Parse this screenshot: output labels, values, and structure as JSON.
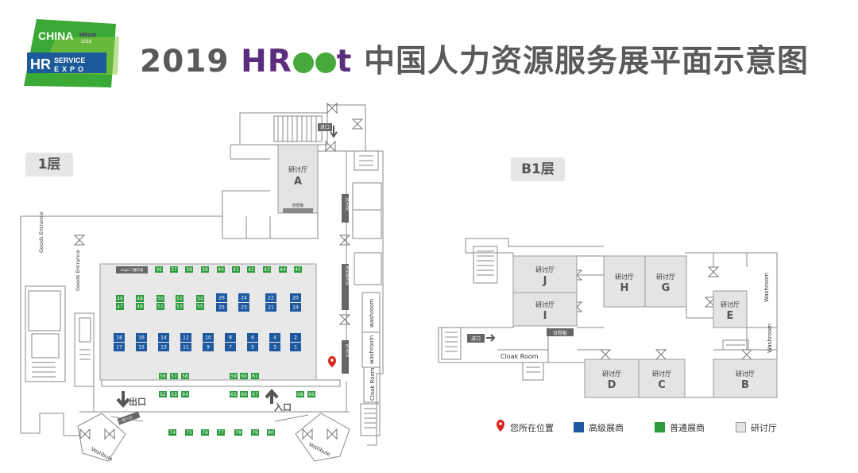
{
  "header": {
    "logo": {
      "line1": "CHINA",
      "hroot": "HRoot",
      "year": "2019",
      "line2": "HR",
      "service": "SERVICE",
      "expo": "EXPO"
    },
    "title_year": "2019",
    "title_brand": "HR",
    "title_brand_end": "t",
    "title_text": "中国人力资源服务展平面示意图"
  },
  "floors": {
    "f1": "1层",
    "b1": "B1层"
  },
  "colors": {
    "premium": "#1f5aa0",
    "standard": "#2a9a3c",
    "hall": "#e4e4e4",
    "wall": "#888888",
    "pin": "#d9261c"
  },
  "floor1": {
    "hall_a": {
      "label": "研讨厅",
      "letter": "A",
      "sign": "背景板"
    },
    "entrance_top": "进口",
    "exit": "出口",
    "entry": "入口",
    "logo_wall": "Logo二维码墙",
    "goods_entrance_1": "Goods Entrance",
    "goods_entrance_2": "Goods Entrance",
    "washroom_1": "washroom",
    "washroom_2": "washroom",
    "cloak_room": "Cloak Room",
    "vestibule_l": "Vestibule",
    "vestibule_r": "Vestibule",
    "side_sign_1": "签到处",
    "side_sign_2": "展览服务台",
    "side_sign_3": "咨询台",
    "bottom_sign": "一层入口",
    "premium_booths": [
      "26",
      "24",
      "22",
      "20",
      "25",
      "23",
      "21",
      "19",
      "18",
      "16",
      "14",
      "12",
      "10",
      "8",
      "6",
      "4",
      "2",
      "17",
      "15",
      "13",
      "11",
      "9",
      "7",
      "5",
      "3",
      "1"
    ],
    "standard_booths": [
      "36",
      "37",
      "38",
      "39",
      "40",
      "41",
      "42",
      "43",
      "44",
      "45",
      "46",
      "47",
      "48",
      "49",
      "50",
      "51",
      "52",
      "53",
      "54",
      "55",
      "56",
      "57",
      "58",
      "59",
      "60",
      "61",
      "62",
      "63",
      "64",
      "65",
      "66",
      "67",
      "68",
      "69",
      "74",
      "75",
      "76",
      "77",
      "78",
      "79",
      "80"
    ]
  },
  "floorB1": {
    "halls": [
      {
        "label": "研讨厅",
        "letter": "J"
      },
      {
        "label": "研讨厅",
        "letter": "I"
      },
      {
        "label": "研讨厅",
        "letter": "H"
      },
      {
        "label": "研讨厅",
        "letter": "G"
      },
      {
        "label": "研讨厅",
        "letter": "E"
      },
      {
        "label": "研讨厅",
        "letter": "D"
      },
      {
        "label": "研讨厅",
        "letter": "C"
      },
      {
        "label": "研讨厅",
        "letter": "B"
      }
    ],
    "schedule_board": "日程板",
    "entrance": "进口",
    "cloak_room": "Cloak Room",
    "washroom_1": "Washroom",
    "washroom_2": "Washroom"
  },
  "legend": {
    "location": "您所在位置",
    "premium": "高级展商",
    "standard": "普通展商",
    "hall": "研讨厅"
  }
}
